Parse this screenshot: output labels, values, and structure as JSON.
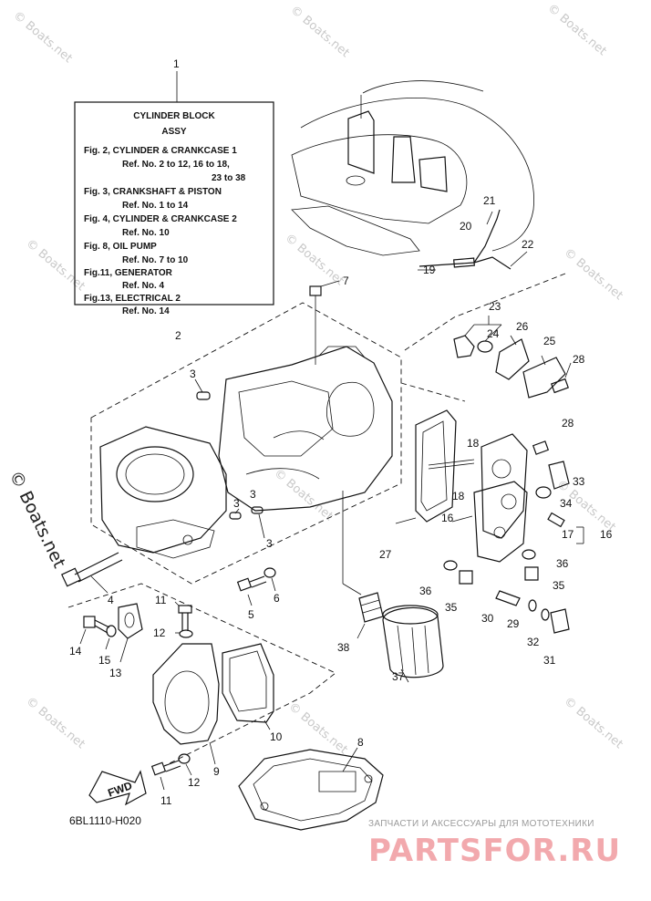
{
  "info_box": {
    "ref": "1",
    "title_line1": "CYLINDER BLOCK",
    "title_line2": "ASSY",
    "lines": [
      "Fig. 2, CYLINDER & CRANKCASE 1",
      "Ref. No. 2 to 12, 16 to 18,",
      "23 to 38",
      "Fig. 3, CRANKSHAFT & PISTON",
      "Ref. No. 1 to 14",
      "Fig. 4, CYLINDER & CRANKCASE 2",
      "Ref. No. 10",
      "Fig. 8, OIL PUMP",
      "Ref. No. 7 to 10",
      "Fig.11, GENERATOR",
      "Ref. No. 4",
      "Fig.13, ELECTRICAL 2",
      "Ref. No. 14"
    ]
  },
  "callouts": [
    "1",
    "2",
    "3",
    "3",
    "3",
    "3",
    "4",
    "5",
    "6",
    "7",
    "8",
    "9",
    "10",
    "11",
    "11",
    "12",
    "12",
    "13",
    "14",
    "15",
    "16",
    "16",
    "17",
    "18",
    "18",
    "19",
    "20",
    "21",
    "22",
    "23",
    "24",
    "25",
    "26",
    "27",
    "28",
    "28",
    "29",
    "30",
    "31",
    "32",
    "33",
    "34",
    "35",
    "35",
    "36",
    "36",
    "37",
    "38"
  ],
  "fwd_label": "FWD",
  "diagram_code": "6BL1110-H020",
  "watermark_text": "© Boats.net",
  "brand": {
    "tagline": "ЗАПЧАСТИ И АКСЕССУАРЫ ДЛЯ МОТОТЕХНИКИ",
    "logo_text": "PARTSFOR.RU"
  }
}
